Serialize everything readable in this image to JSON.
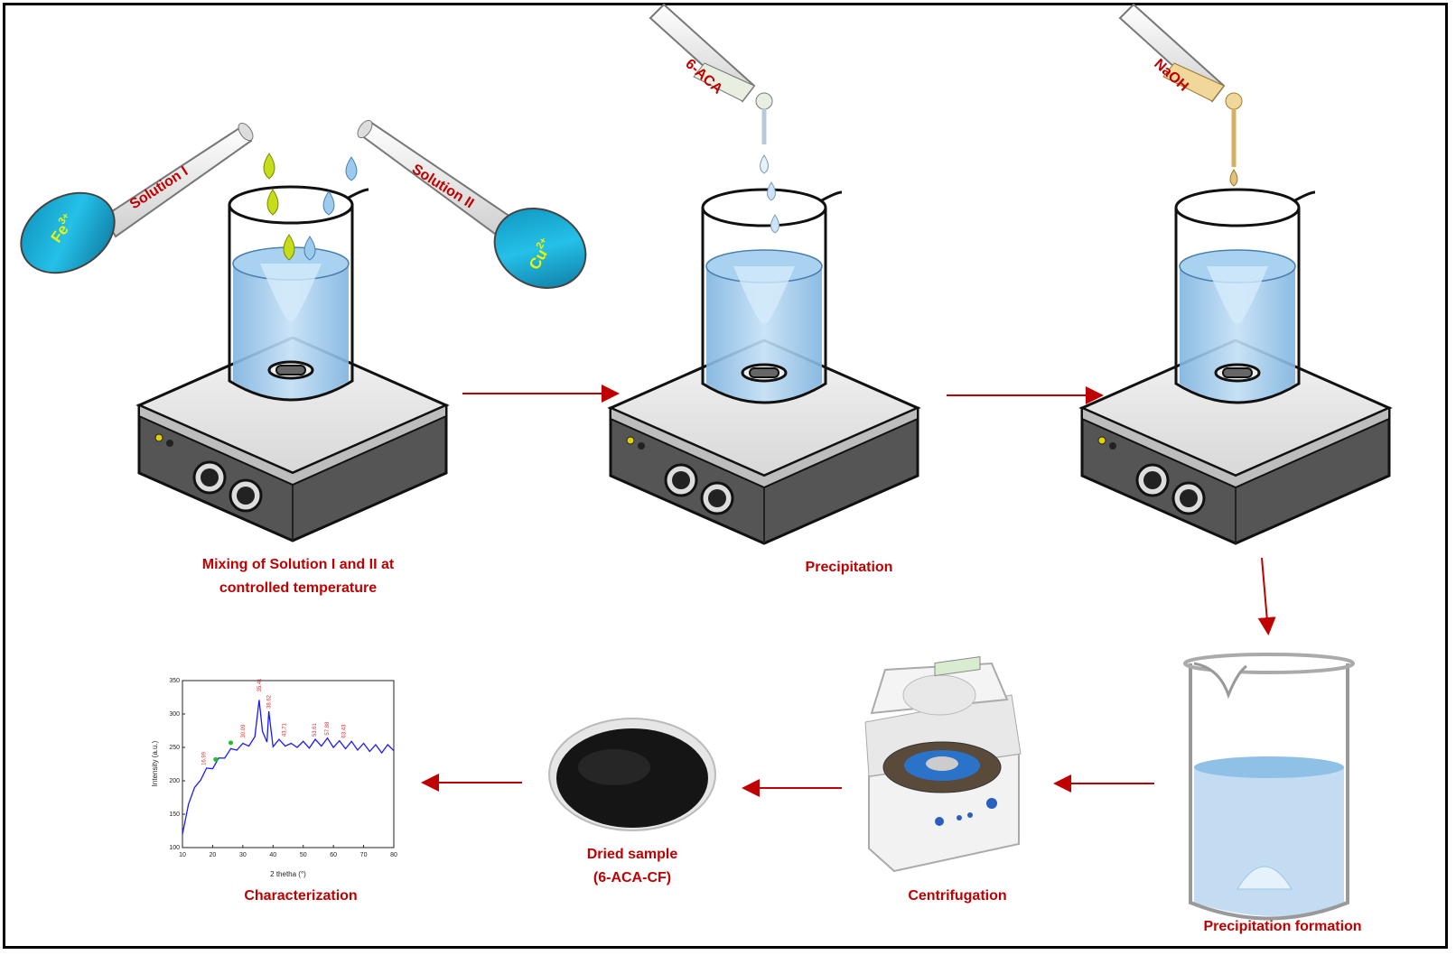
{
  "reagents": {
    "solution1": "Solution I",
    "solution2": "Solution II",
    "ion1": "Fe",
    "ion1_charge": "3+",
    "ion2": "Cu",
    "ion2_charge": "2+",
    "dropper1": "6-ACA",
    "dropper2": "NaOH"
  },
  "steps": {
    "mixing_line1": "Mixing of Solution I and II at",
    "mixing_line2": "controlled temperature",
    "precipitation": "Precipitation",
    "precipitation_formation": "Precipitation formation",
    "centrifugation": "Centrifugation",
    "dried_line1": "Dried sample",
    "dried_line2": "(6-ACA-CF)",
    "characterization": "Characterization"
  },
  "chart_data": {
    "type": "line",
    "xlabel": "2 thetha (°)",
    "ylabel": "Intensity (a.u.)",
    "xlim": [
      10,
      80
    ],
    "ylim": [
      100,
      350
    ],
    "x_ticks": [
      "10",
      "20",
      "30",
      "40",
      "50",
      "60",
      "70",
      "80"
    ],
    "y_ticks": [
      "100",
      "150",
      "200",
      "250",
      "300",
      "350"
    ],
    "peak_labels": [
      "16.99",
      "30.09",
      "35.41",
      "38.62",
      "43.71",
      "53.61",
      "57.88",
      "63.43"
    ],
    "series": [
      {
        "x": [
          10,
          12,
          14,
          16,
          18,
          20,
          22,
          24,
          26,
          28,
          30,
          32,
          34,
          35.4,
          36.5,
          38,
          38.6,
          40,
          42,
          44,
          46,
          48,
          50,
          52,
          54,
          56,
          58,
          60,
          62,
          64,
          66,
          68,
          70,
          72,
          74,
          76,
          78,
          80
        ],
        "y": [
          120,
          165,
          190,
          205,
          215,
          222,
          230,
          238,
          244,
          250,
          252,
          256,
          262,
          325,
          270,
          262,
          300,
          255,
          258,
          256,
          252,
          254,
          255,
          253,
          258,
          256,
          260,
          254,
          256,
          252,
          255,
          250,
          252,
          248,
          250,
          246,
          250,
          245
        ]
      }
    ],
    "markers": [
      {
        "x": 21,
        "y": 232
      },
      {
        "x": 26,
        "y": 257
      }
    ]
  }
}
